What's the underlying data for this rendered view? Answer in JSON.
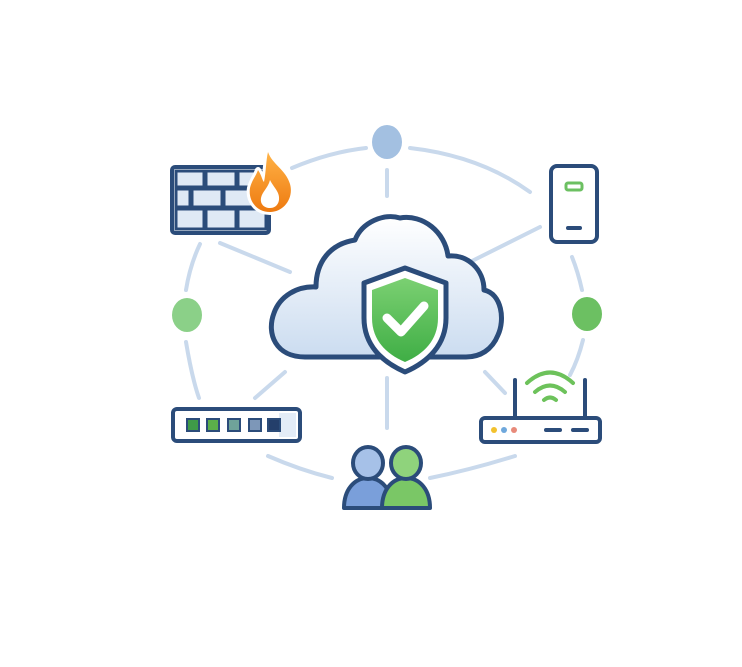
{
  "diagram": {
    "center": {
      "icon": "cloud-with-shield-check-icon"
    },
    "nodes": [
      {
        "icon": "firewall-icon",
        "position": "top-left"
      },
      {
        "icon": "mobile-phone-icon",
        "position": "top-right"
      },
      {
        "icon": "network-switch-icon",
        "position": "bottom-left"
      },
      {
        "icon": "wifi-router-icon",
        "position": "bottom-right"
      },
      {
        "icon": "users-icon",
        "position": "bottom"
      }
    ],
    "connector_dots": [
      {
        "position": "top",
        "color": "#a3c0e1"
      },
      {
        "position": "left",
        "color": "#8bd088"
      },
      {
        "position": "right",
        "color": "#6cc062"
      }
    ]
  },
  "colors": {
    "outline": "#2b4c7a",
    "cloud_fill": "#e1ecf8",
    "shield_green": "#5bbd55",
    "flame_orange": "#f08a1c",
    "connector": "#c4d5e9",
    "user_blue": "#7a9fda",
    "user_green": "#7ac766",
    "wifi_green": "#6dc25b"
  }
}
